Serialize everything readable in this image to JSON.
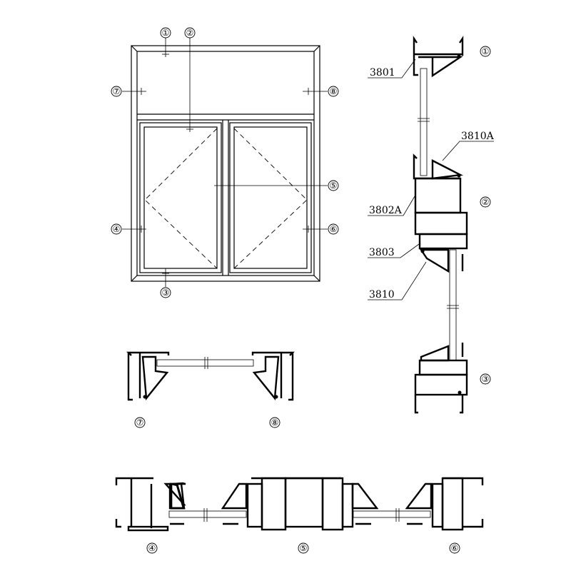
{
  "elevation": {
    "callouts": [
      "①",
      "②",
      "③",
      "④",
      "⑤",
      "⑥",
      "⑦",
      "⑧"
    ]
  },
  "vertical_section": {
    "markers": [
      "①",
      "②",
      "③"
    ],
    "parts": [
      "3801",
      "3810A",
      "3802A",
      "3803",
      "3810"
    ]
  },
  "section_7_8": {
    "labels": [
      "⑦",
      "⑧"
    ]
  },
  "section_4_5_6": {
    "labels": [
      "④",
      "⑤",
      "⑥"
    ]
  }
}
